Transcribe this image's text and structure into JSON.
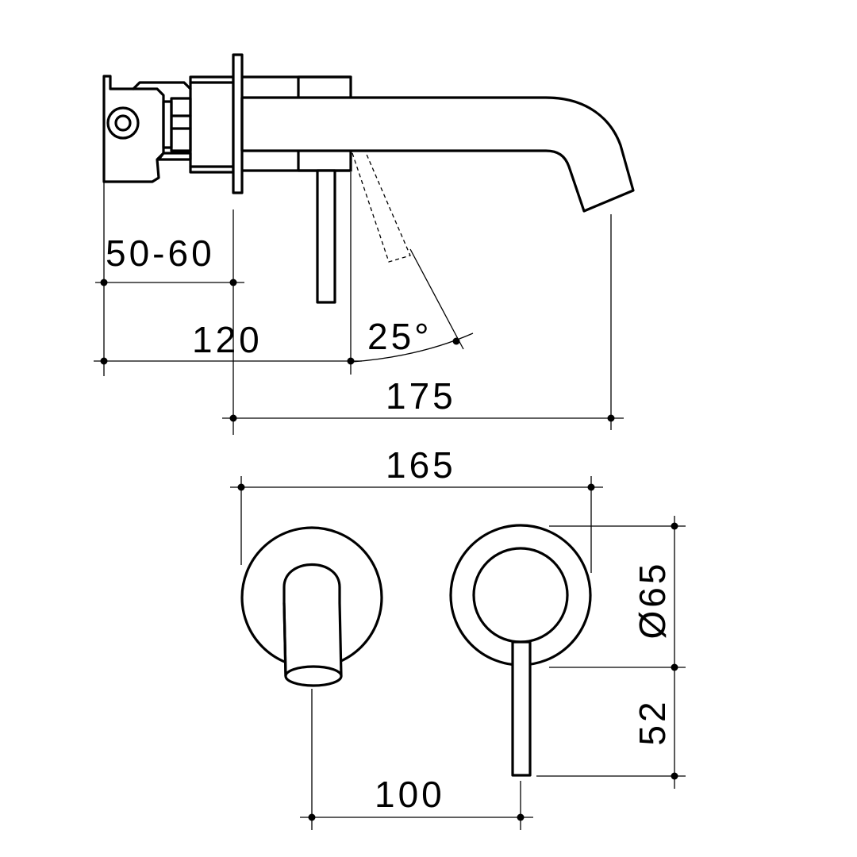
{
  "dimensions": {
    "wall_depth": "50-60",
    "handle_offset": "120",
    "spout_projection": "175",
    "overall_width": "165",
    "plate_diameter": "Ø65",
    "handle_drop": "52",
    "centres": "100",
    "spout_angle": "25°"
  },
  "colors": {
    "line": "#000000",
    "background": "#ffffff"
  }
}
